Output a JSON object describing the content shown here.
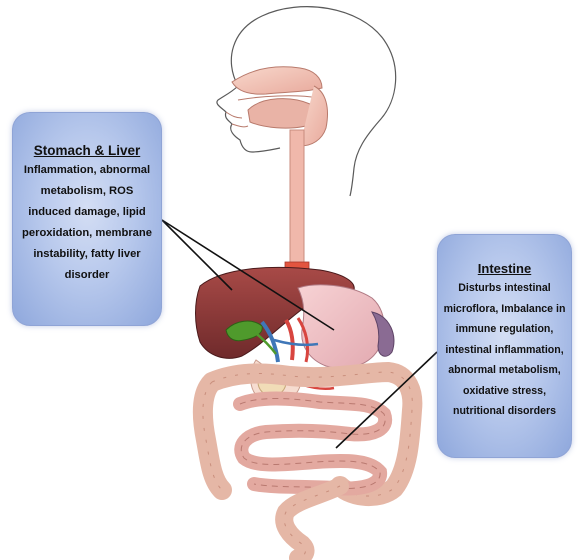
{
  "stomach_liver": {
    "title": "Stomach & Liver",
    "description": "Inflammation, abnormal metabolism, ROS induced damage, lipid peroxidation, membrane instability, fatty liver disorder"
  },
  "intestine": {
    "title": "Intestine",
    "description": "Disturbs intestinal microflora, Imbalance in immune regulation, intestinal inflammation, abnormal metabolism, oxidative stress, nutritional disorders"
  },
  "colors": {
    "callout_fill": "#b7c8ec",
    "tissue_pink": "#f2c0b4",
    "liver": "#8e3a3a",
    "gallbladder": "#4f9a2c",
    "vessel_blue": "#3f77b8",
    "vessel_red": "#d8453f"
  }
}
